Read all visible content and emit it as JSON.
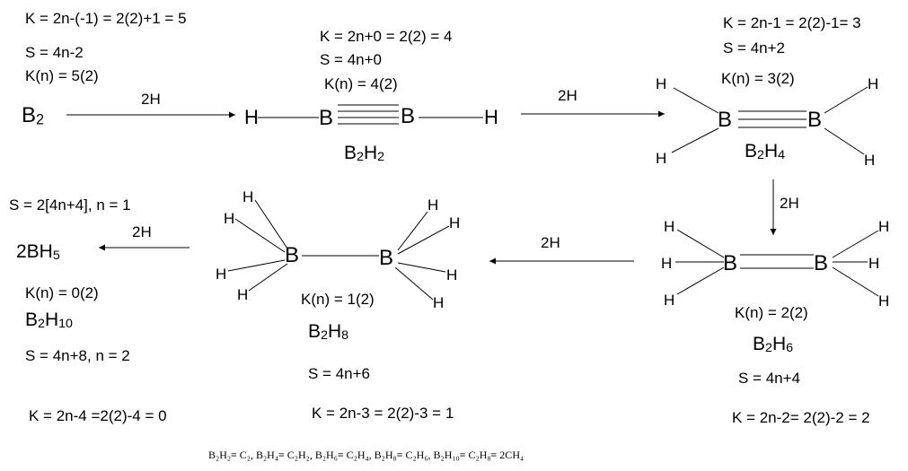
{
  "stage1": {
    "k_formula": "K = 2n-(-1) = 2(2)+1 = 5",
    "s_formula": "S = 4n-2",
    "kn": "K(n) = 5(2)",
    "molecule_base": "B",
    "molecule_sub": "2",
    "arrow_label": "2H"
  },
  "stage2": {
    "k_formula": "K = 2n+0 = 2(2) = 4",
    "s_formula": "S = 4n+0",
    "kn": "K(n) = 4(2)",
    "name_b": "B",
    "name_sub1": "2",
    "name_h": "H",
    "name_sub2": "2",
    "arrow_label": "2H"
  },
  "stage3": {
    "k_formula": "K = 2n-1 = 2(2)-1= 3",
    "s_formula": "S = 4n+2",
    "kn": "K(n) = 3(2)",
    "name_b": "B",
    "name_sub1": "2",
    "name_h": "H",
    "name_sub2": "4",
    "arrow_label": "2H"
  },
  "stage4": {
    "kn": "K(n) = 2(2)",
    "name_b": "B",
    "name_sub1": "2",
    "name_h": "H",
    "name_sub2": "6",
    "s_formula": "S = 4n+4",
    "k_formula": "K = 2n-2= 2(2)-2 = 2",
    "arrow_label": "2H"
  },
  "stage5": {
    "kn": "K(n) = 1(2)",
    "name_b": "B",
    "name_sub1": "2",
    "name_h": "H",
    "name_sub2": "8",
    "s_formula": "S = 4n+6",
    "k_formula": "K = 2n-3 = 2(2)-3 = 1",
    "arrow_label": "2H"
  },
  "stage6": {
    "s_top": "S = 2[4n+4], n = 1",
    "product_base": "2BH",
    "product_sub": "5",
    "kn": "K(n) = 0(2)",
    "name_b": "B",
    "name_sub1": "2",
    "name_h": "H",
    "name_sub2": "10",
    "s_formula": "S = 4n+8, n = 2",
    "k_formula": "K = 2n-4 =2(2)-4 = 0"
  },
  "atoms": {
    "boron": "B",
    "hydrogen": "H"
  },
  "footnote": "B₂H₂≡ C₂, B₂H₄≡ C₂H₂, B₂H₆≡ C₂H₄, B₂H₈≡ C₂H₆, B₂H₁₀≡ C₂H₈≡ 2CH₄"
}
